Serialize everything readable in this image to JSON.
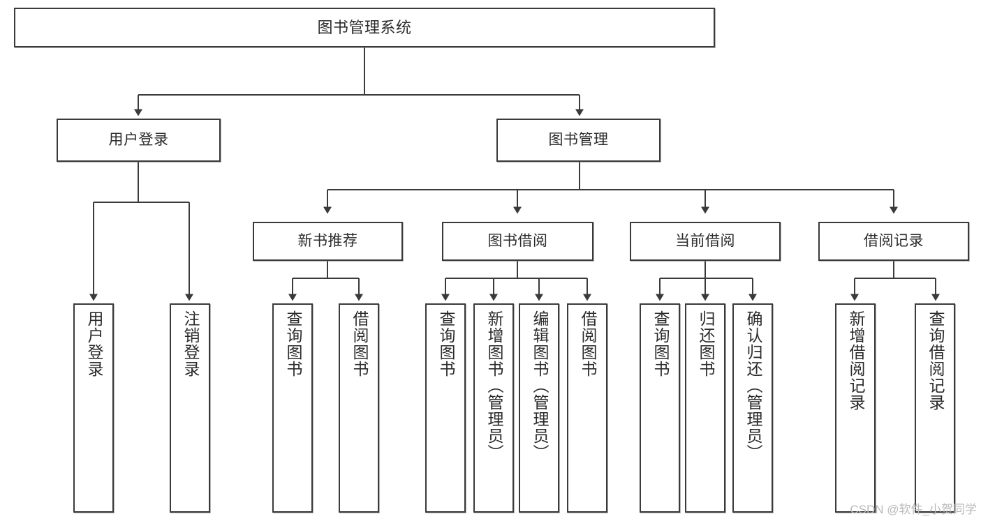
{
  "diagram": {
    "type": "tree-hierarchy",
    "title": "图书管理系统",
    "watermark": "CSDN @软件_小贺同学",
    "colors": {
      "box_stroke": "#3a3a3a",
      "box_fill": "#ffffff",
      "edge_stroke": "#3a3a3a",
      "text": "#2b2b2b",
      "watermark": "#b9b9b9"
    },
    "nodes": {
      "root": {
        "label": "图书管理系统"
      },
      "level2": [
        {
          "id": "user-login",
          "label": "用户登录"
        },
        {
          "id": "book-management",
          "label": "图书管理"
        }
      ],
      "level3": [
        {
          "id": "new-book-recommend",
          "label": "新书推荐"
        },
        {
          "id": "book-borrow",
          "label": "图书借阅"
        },
        {
          "id": "current-borrow",
          "label": "当前借阅"
        },
        {
          "id": "borrow-record",
          "label": "借阅记录"
        }
      ],
      "leaves": {
        "user_login": [
          {
            "id": "leaf-user-login",
            "label": "用户登录"
          },
          {
            "id": "leaf-logout",
            "label": "注销登录"
          }
        ],
        "new_book_recommend": [
          {
            "id": "leaf-query-book-1",
            "label": "查询图书"
          },
          {
            "id": "leaf-borrow-book-1",
            "label": "借阅图书"
          }
        ],
        "book_borrow": [
          {
            "id": "leaf-query-book-2",
            "label": "查询图书"
          },
          {
            "id": "leaf-add-book",
            "label": "新增图书（管理员）"
          },
          {
            "id": "leaf-edit-book",
            "label": "编辑图书（管理员）"
          },
          {
            "id": "leaf-borrow-book-2",
            "label": "借阅图书"
          }
        ],
        "current_borrow": [
          {
            "id": "leaf-query-book-3",
            "label": "查询图书"
          },
          {
            "id": "leaf-return-book",
            "label": "归还图书"
          },
          {
            "id": "leaf-confirm-return",
            "label": "确认归还（管理员）"
          }
        ],
        "borrow_record": [
          {
            "id": "leaf-add-record",
            "label": "新增借阅记录"
          },
          {
            "id": "leaf-query-record",
            "label": "查询借阅记录"
          }
        ]
      }
    }
  }
}
